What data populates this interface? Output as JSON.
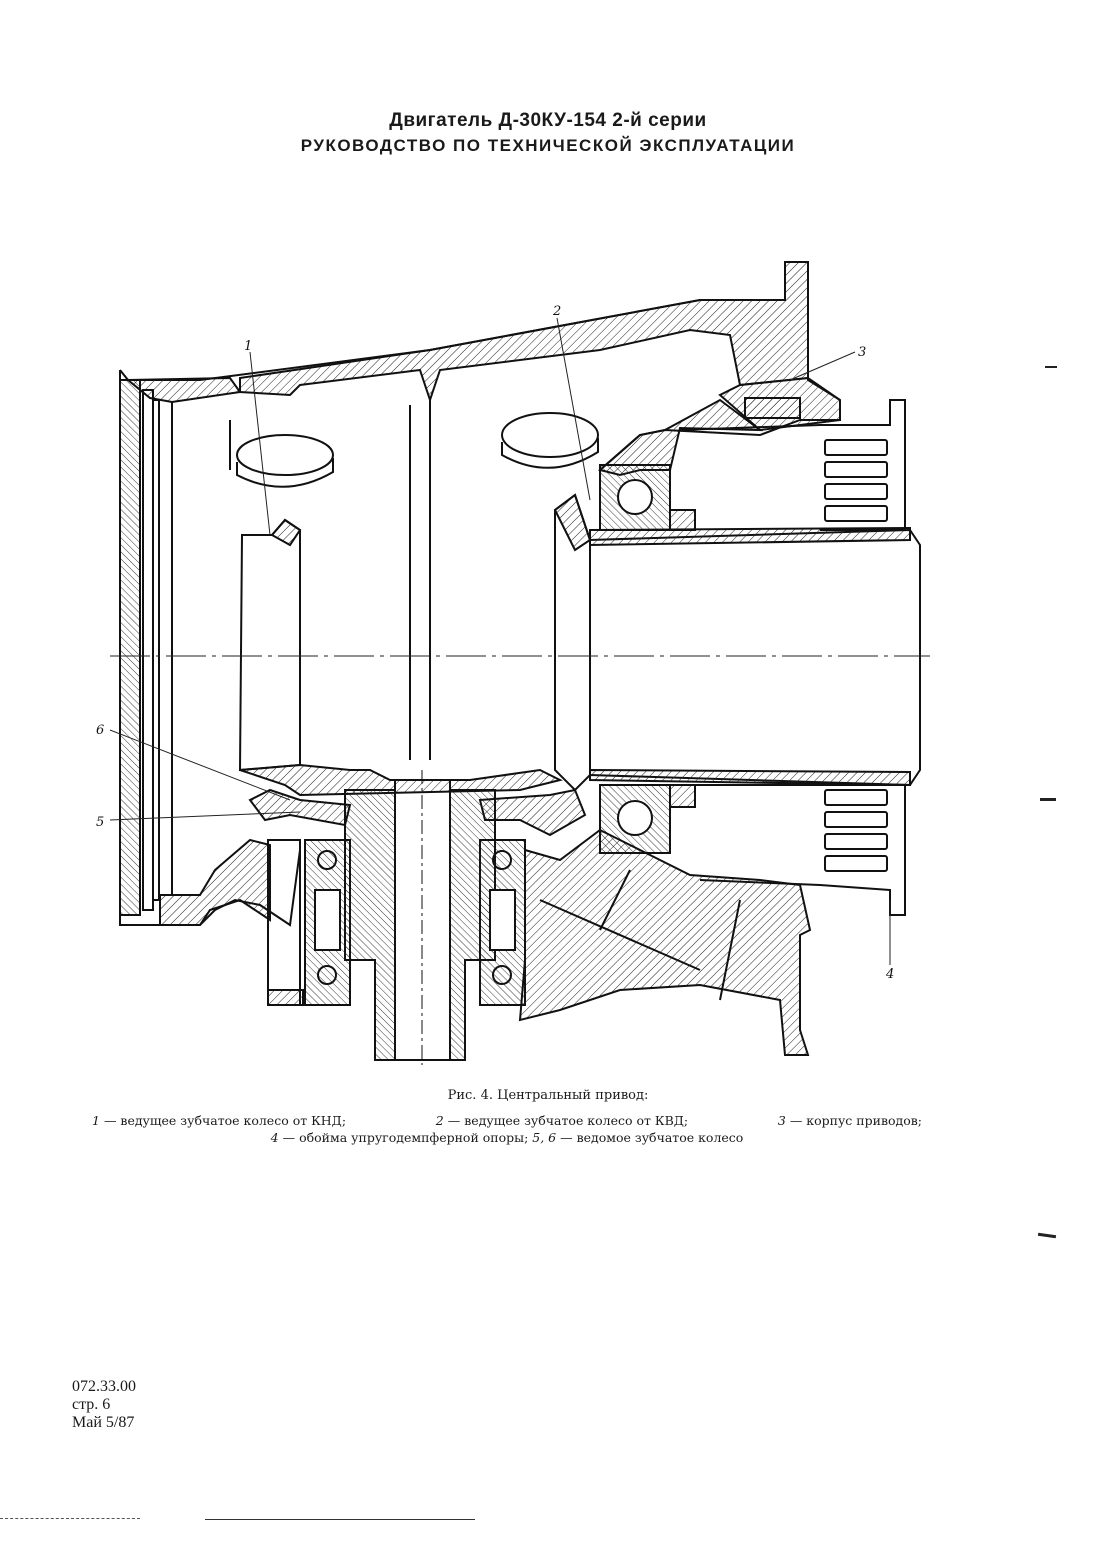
{
  "header": {
    "title": "Двигатель Д-30КУ-154 2-й серии",
    "subtitle": "РУКОВОДСТВО ПО ТЕХНИЧЕСКОЙ ЭКСПЛУАТАЦИИ"
  },
  "figure": {
    "callouts": [
      "1",
      "2",
      "3",
      "4",
      "5",
      "6"
    ],
    "caption": "Рис. 4. Центральный привод:",
    "legend": [
      {
        "num": "1",
        "text": "— ведущее зубчатое колесо от КНД;"
      },
      {
        "num": "2",
        "text": "— ведущее зубчатое колесо от КВД;"
      },
      {
        "num": "3",
        "text": "— корпус приводов;"
      },
      {
        "num": "4",
        "text": "— обойма упругодемпферной опоры;"
      },
      {
        "num": "5, 6",
        "text": "— ведомое зубчатое колесо"
      }
    ]
  },
  "footer": {
    "doc_number": "072.33.00",
    "page": "стр. 6",
    "date": "Май 5/87"
  }
}
